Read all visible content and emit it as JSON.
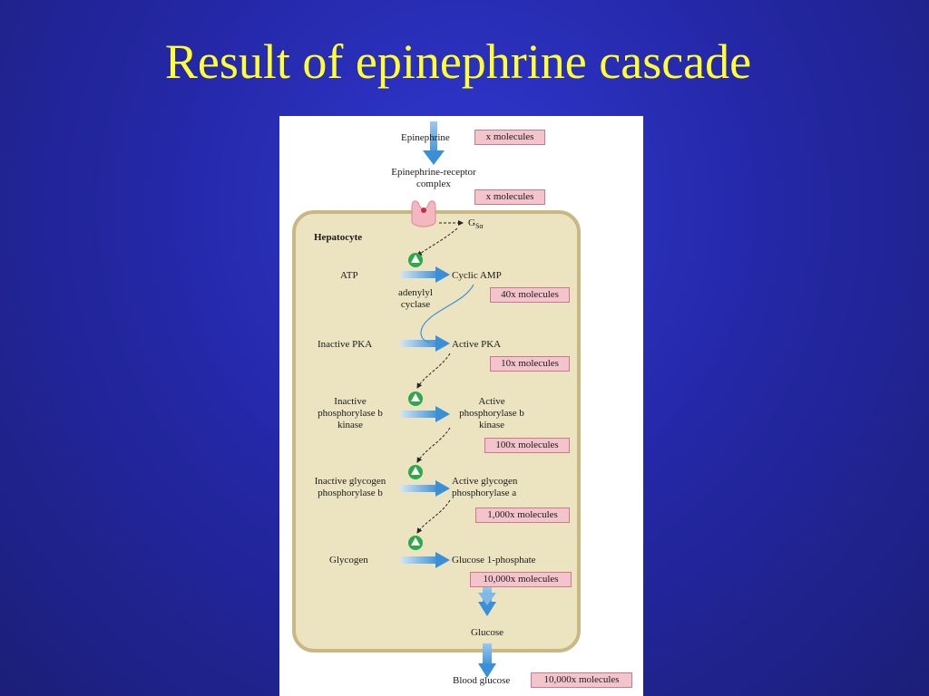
{
  "slide": {
    "title": "Result of epinephrine cascade"
  },
  "figure": {
    "cell_label": "Hepatocyte",
    "steps": {
      "epinephrine": "Epinephrine",
      "receptor_complex_line1": "Epinephrine-receptor",
      "receptor_complex_line2": "complex",
      "gs": "G",
      "gs_sub": "Sα",
      "atp": "ATP",
      "cyclic_amp": "Cyclic AMP",
      "enzyme1_line1": "adenylyl",
      "enzyme1_line2": "cyclase",
      "inactive_pka": "Inactive PKA",
      "active_pka": "Active PKA",
      "inactive_kinase_line1": "Inactive",
      "inactive_kinase_line2": "phosphorylase b",
      "inactive_kinase_line3": "kinase",
      "active_kinase_line1": "Active",
      "active_kinase_line2": "phosphorylase b",
      "active_kinase_line3": "kinase",
      "inactive_glyco_line1": "Inactive glycogen",
      "inactive_glyco_line2": "phosphorylase b",
      "active_glyco_line1": "Active glycogen",
      "active_glyco_line2": "phosphorylase a",
      "glycogen": "Glycogen",
      "g1p": "Glucose 1-phosphate",
      "glucose": "Glucose",
      "blood_glucose": "Blood glucose"
    },
    "amounts": {
      "epinephrine": "x molecules",
      "receptor": "x molecules",
      "camp": "40x molecules",
      "pka": "10x molecules",
      "kinase": "100x molecules",
      "glyco": "1,000x molecules",
      "g1p": "10,000x molecules",
      "blood": "10,000x molecules"
    },
    "colors": {
      "cell_fill": "#ece4c0",
      "cell_border": "#c8b884",
      "arrow_blue": "#3a90d8",
      "tag_fill": "#f4c4cc",
      "enzyme_green": "#2ea84a"
    }
  }
}
